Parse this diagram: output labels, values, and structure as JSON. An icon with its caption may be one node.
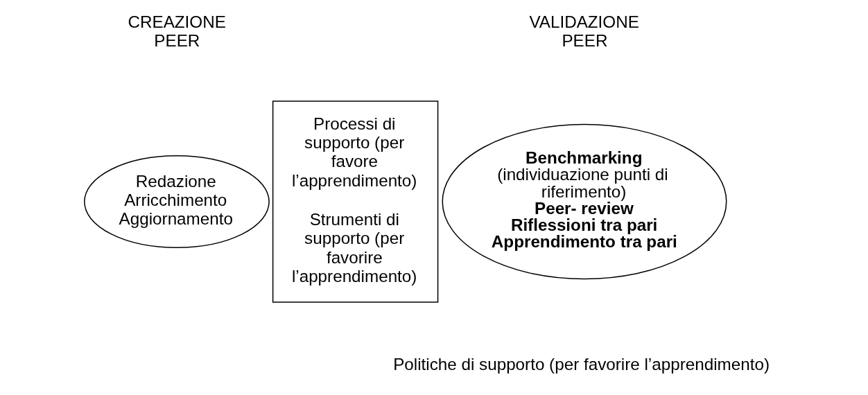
{
  "diagram": {
    "nodes": [
      {
        "text": [
          "Redazione",
          "Arricchimento",
          "Aggiornamento"
        ]
      },
      {
        "text": [
          "Processi di supporto (per favore l’apprendimento)",
          "Strumenti di supporto (per favorire l’apprendimento)"
        ]
      },
      {
        "text": [
          "**Benchmarking**",
          "(individuazione punti di riferimento)",
          "**Peer- review**",
          "**Riflessioni tra pari**",
          "**Apprendimento tra pari**"
        ]
      }
    ],
    "edges": [],
    "labels": [
      "CREAZIONE PEER",
      "VALIDAZIONE PEER",
      "Politiche di supporto (per favorire l’apprendimento)"
    ]
  }
}
